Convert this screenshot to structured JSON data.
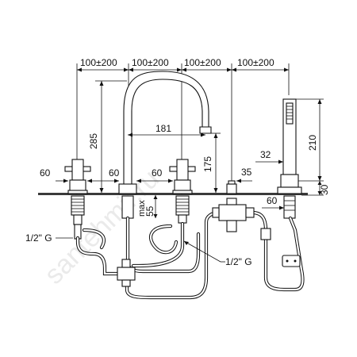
{
  "watermark": "santehmir.ru",
  "labels": {
    "d_top_1": "100±200",
    "d_top_2": "100±200",
    "d_top_3": "100±200",
    "d_top_4": "100±200",
    "d_181": "181",
    "d_285": "285",
    "d_210": "210",
    "d_175": "175",
    "d_32": "32",
    "d_35": "35",
    "d_60_a": "60",
    "d_60_b": "60",
    "d_60_c": "60",
    "d_60_d": "60",
    "d_30": "30",
    "d_max55": "max\n55",
    "thread_left": "1/2\" G",
    "thread_mid": "1/2\" G"
  }
}
